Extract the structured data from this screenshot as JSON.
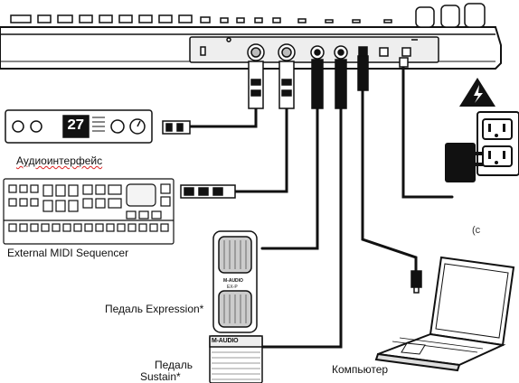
{
  "labels": {
    "audio_interface": "Аудиоинтерфейс",
    "midi_sequencer": "External MIDI Sequencer",
    "expression_pedal": "Педаль Expression*",
    "sustain_pedal_line1": "Педаль",
    "sustain_pedal_line2": "Sustain*",
    "computer": "Компьютер",
    "partial_caption": "(c"
  },
  "device_text": {
    "sustain_brand": "M-AUDIO",
    "expression_brand": "M-AUDIO",
    "expression_model": "EX-P",
    "interface_display": "27"
  },
  "icons": [
    "hazard-icon",
    "power-outlet-icon"
  ],
  "colors": {
    "line": "#111111",
    "fill": "#ffffff",
    "shade": "#dddddd",
    "misspell_underline": "#dd2222"
  }
}
